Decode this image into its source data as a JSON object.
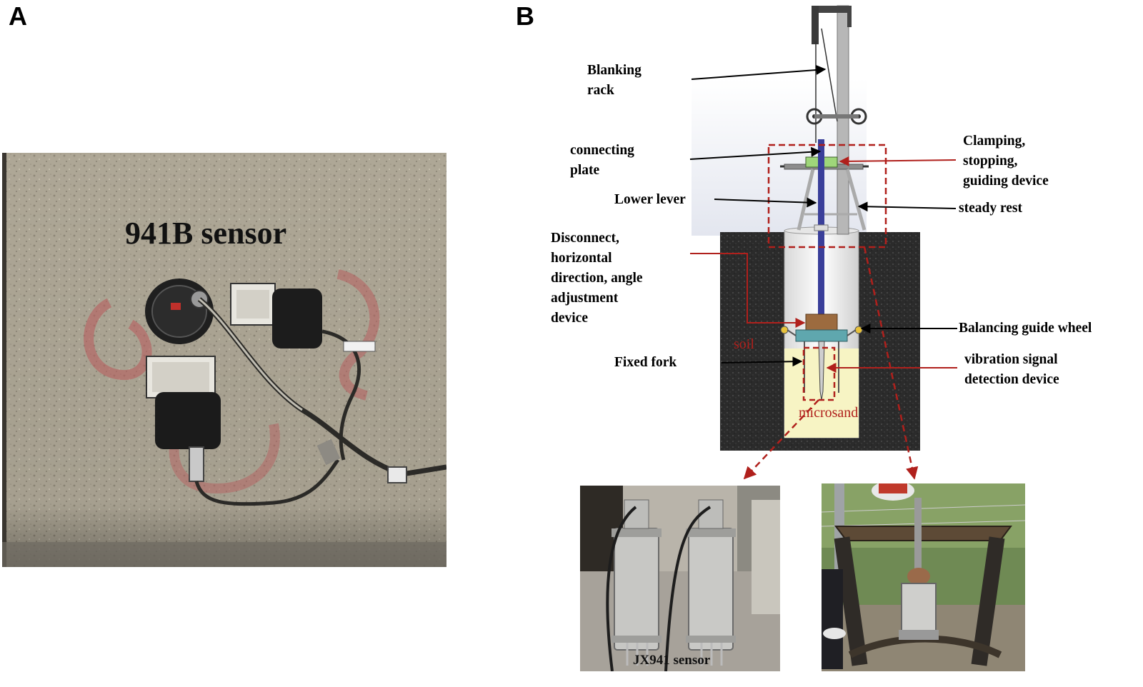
{
  "panels": {
    "a": {
      "letter": "A",
      "caption": "941B sensor"
    },
    "b": {
      "letter": "B",
      "labels": {
        "blanking_rack": [
          "Blanking",
          "rack"
        ],
        "connecting_plate": [
          "connecting",
          "plate"
        ],
        "lower_lever": "Lower lever",
        "disconnect_device": [
          "Disconnect,",
          "horizontal",
          "direction, angle",
          "adjustment",
          "device"
        ],
        "fixed_fork": "Fixed fork",
        "clamping_device": [
          "Clamping,",
          "stopping,",
          "guiding device"
        ],
        "steady_rest": "steady rest",
        "balancing_guide_wheel": "Balancing guide wheel",
        "vibration_device": [
          "vibration signal",
          "detection device"
        ],
        "soil": "soil",
        "microsand": "microsand"
      },
      "photo_left_caption": "JX941 sensor"
    }
  },
  "colors": {
    "leader_black": "#000000",
    "leader_red": "#b0201c",
    "soil_fill": "#2b2b2b",
    "sand_fill": "#f7f4c4",
    "rod_blue": "#3a3f9a"
  }
}
